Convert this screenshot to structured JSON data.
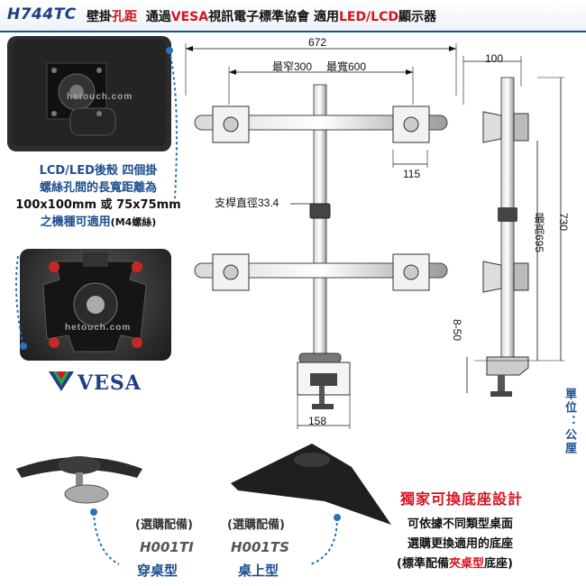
{
  "header": {
    "model": "H744TC",
    "title_a": "壁掛",
    "title_b": "孔距",
    "title_c": "通過",
    "title_d": "VESA",
    "title_e": "視訊電子標準協會 適用",
    "title_f": "LED/LCD",
    "title_g": "顯示器"
  },
  "photos": {
    "watermark": "hetouch.com"
  },
  "vesa_note": {
    "line1": "LCD/LED後殼 四個掛",
    "line2": "螺絲孔間的長寬距離為",
    "line3": "100x100mm 或 75x75mm",
    "line4": "之機種可適用",
    "line4_tail": "(M4螺絲)"
  },
  "vesa_logo": {
    "text": "VESA"
  },
  "dimensions": {
    "total_width": "672",
    "range_label_a": "最窄300",
    "range_label_b": "最寬600",
    "arm_offset": "115",
    "pole_diameter": "支桿直徑33.4",
    "base_width": "158",
    "side_depth": "100",
    "max_height_label": "最高695",
    "total_height": "730",
    "clamp_range": "8-50"
  },
  "unit_label": "單位：公厘",
  "options": {
    "opt1_label": "(選購配備)",
    "opt2_label": "(選購配備)",
    "opt1_code": "H001TI",
    "opt2_code": "H001TS",
    "opt1_type": "穿桌型",
    "opt2_type": "桌上型"
  },
  "exclusive": {
    "title": "獨家可換底座設計",
    "line1": "可依據不同類型桌面",
    "line2": "選購更換適用的底座",
    "line3_a": "(標準配備",
    "line3_b": "夾桌型",
    "line3_c": "底座)"
  },
  "colors": {
    "brand_blue": "#1c4f8f",
    "accent_red": "#d6121f"
  }
}
